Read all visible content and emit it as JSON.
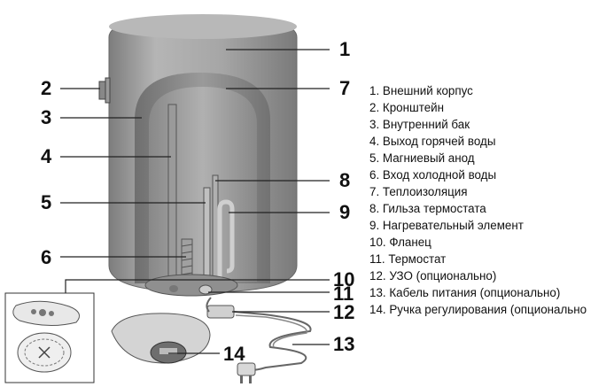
{
  "callouts": [
    "1",
    "2",
    "3",
    "4",
    "5",
    "6",
    "7",
    "8",
    "9",
    "10",
    "11",
    "12",
    "13",
    "14"
  ],
  "legend": [
    "1. Внешний корпус",
    "2. Кронштейн",
    "3. Внутренний бак",
    "4. Выход горячей воды",
    "5. Магниевый анод",
    "6. Вход холодной воды",
    "7. Теплоизоляция",
    "8. Гильза термостата",
    "9. Нагревательный элемент",
    "10. Фланец",
    "11. Термостат",
    "12. УЗО (опционально)",
    "13. Кабель питания (опционально)",
    "14. Ручка регулирования (опционально"
  ],
  "colors": {
    "body": "#a9a9a9",
    "tank": "#8e8e8e",
    "outline": "#444444",
    "text": "#111111"
  }
}
